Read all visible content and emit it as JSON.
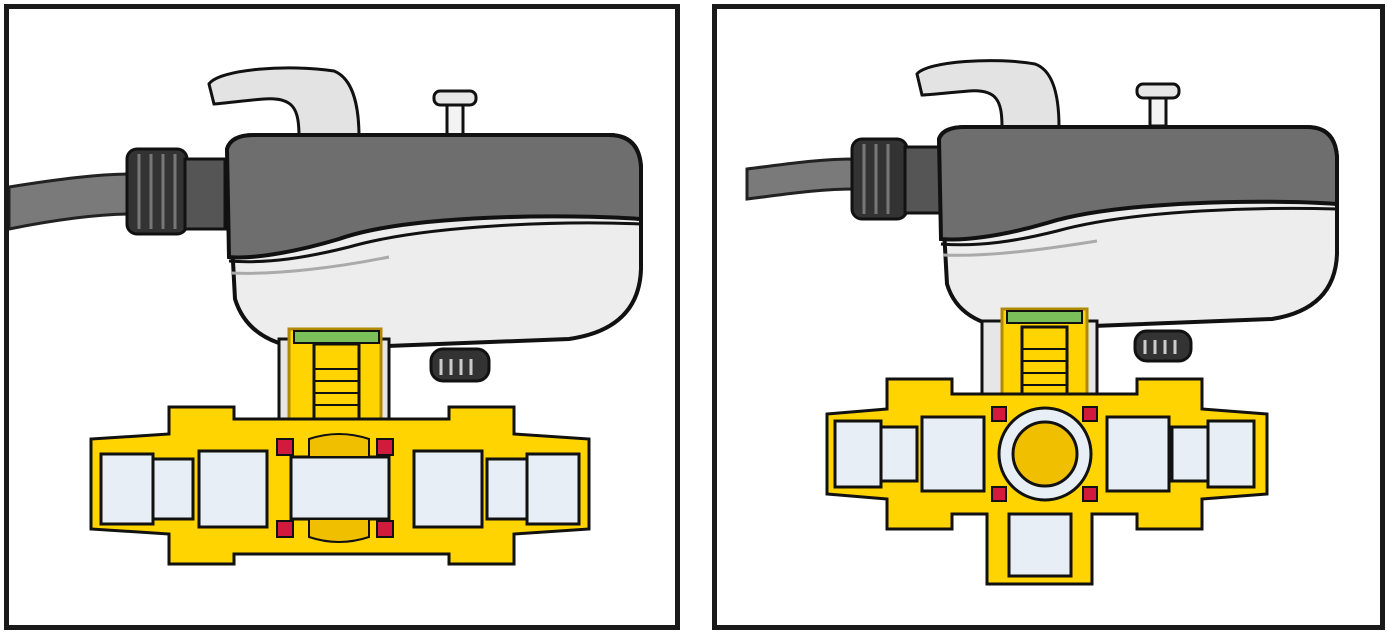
{
  "figure": {
    "panels": [
      {
        "id": "two-way",
        "valve_type": "2-way ball valve with actuator"
      },
      {
        "id": "three-way",
        "valve_type": "3-way ball valve with actuator"
      }
    ],
    "colors": {
      "frame": "#1a1a1a",
      "actuator_dark": "#6e6e6e",
      "actuator_light": "#ededed",
      "brass": "#ffd400",
      "brass_edge": "#b08a00",
      "pipe_bore": "#e7eef5",
      "seal": "#d21b3c",
      "ball": "#f0c000",
      "cable": "#7a7a7a",
      "gland": "#333333"
    },
    "icons": [
      "actuator-housing-icon",
      "manual-lever-icon",
      "push-button-icon",
      "cable-gland-icon",
      "valve-body-icon",
      "ball-icon"
    ]
  }
}
